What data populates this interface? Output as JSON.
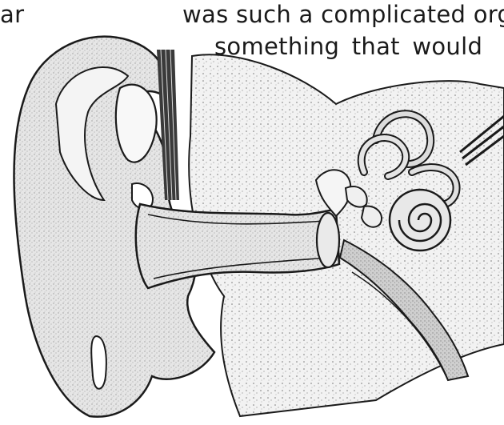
{
  "text": {
    "fragment_left": "ar",
    "line_1": "was such a complicated organ",
    "line_2": "something that would"
  },
  "diagram": {
    "subject": "human ear cross-section (outer, middle and inner ear)",
    "fill_color": "#dcdcdc",
    "texture_color": "#c8c8c8",
    "line_color": "#1a1a1a",
    "dark_tube_color": "#7a7a7a"
  }
}
